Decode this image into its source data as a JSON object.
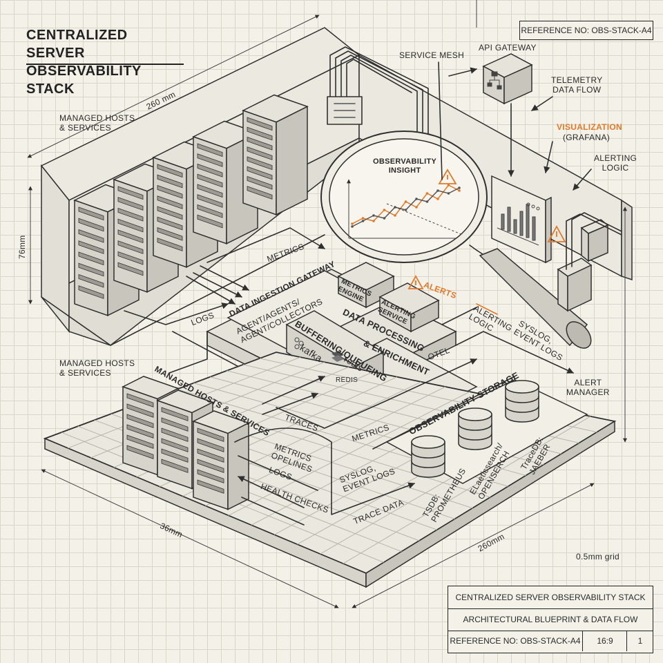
{
  "title": {
    "line1": "CENTRALIZED SERVER",
    "line2": "OBSERVABILITY STACK"
  },
  "reference_top": "REFERENCE NO: OBS-STACK-A4",
  "dimensions": {
    "top_wall": "260 mm",
    "left_wall": "76mm",
    "floor_left": "36mm",
    "floor_right": "260mm",
    "grid_note": "0.5mm grid"
  },
  "labels": {
    "managed_hosts_top": [
      "MANAGED HOSTS",
      "& SERVICES"
    ],
    "managed_hosts_left": [
      "MANAGED HOSTS",
      "& SERVICES"
    ],
    "managed_hosts_floor": "MANAGED HOSTS & SERVICES",
    "service_mesh": "SERVICE MESH",
    "api_gateway": "API GATEWAY",
    "telemetry": [
      "TELEMETRY",
      "DATA FLOW"
    ],
    "visualization": "VISUALIZATION",
    "grafana": "(GRAFANA)",
    "alerting_logic_top": [
      "ALERTING",
      "LOGIC"
    ],
    "observability_insight": [
      "OBSERVABILITY",
      "INSIGHT"
    ],
    "metrics_arrow": "METRICS",
    "logs_arrow": "LOGS",
    "ingestion_gateway": "DATA INGESTION GATEWAY",
    "agents": [
      "AGENT/AGENTS/",
      "AGENT/COLLECTORS"
    ],
    "metrics_engine": [
      "METRICS",
      "ENGINE"
    ],
    "alerting_service": [
      "ALERTING",
      "SERVICE"
    ],
    "alerts": "ALERTS",
    "data_processing": "DATA PROCESSING",
    "enrichment": "& ENRICHMENT",
    "otel": "OTEL",
    "buffering": "BUFFERING/QUEUEING",
    "kafka": "kafka",
    "redis_logo": "redis",
    "redis_caption": "REDIS",
    "alerting_logic_mid": [
      "ALERTING",
      "LOGIC"
    ],
    "syslog_right": [
      "SYSLOG,",
      "EVENT LOGS"
    ],
    "alert_manager": [
      "ALERT",
      "MANAGER"
    ],
    "traces": "TRACES",
    "metrics_floor": "METRICS",
    "observability_storage": "OBSERVABILITY STORAGE",
    "metrics_pipelines": [
      "METRICS",
      "OPELINES"
    ],
    "logs_floor": "LOGS",
    "health_checks": "HEALTH CHECKS",
    "syslog_floor": [
      "SYSLOG,",
      "EVENT LOGS"
    ],
    "trace_data": "TRACE DATA",
    "tsdb": [
      "TSDB:",
      "PROMETHEUS"
    ],
    "elastic": [
      "ELaeticsearch/",
      "OPENSERCH"
    ],
    "tracedb": [
      "TraceDB:",
      "JAEBER"
    ]
  },
  "title_block": {
    "row1": "CENTRALIZED SERVER OBSERVABILITY STACK",
    "row2": "ARCHITECTURAL BLUEPRINT & DATA FLOW",
    "ref": "REFERENCE NO: OBS-STACK-A4",
    "ratio": "16:9",
    "sheet": "1"
  },
  "chart_data": {
    "type": "line",
    "series": [
      {
        "values": [
          2,
          3,
          2.5,
          4.5,
          3.5,
          6,
          5,
          7.5,
          6.5,
          9,
          8
        ]
      },
      {
        "values": [
          1.5,
          2.5,
          3.5,
          3,
          5,
          4.5,
          6.5,
          6,
          8,
          7.5,
          8.5
        ]
      }
    ],
    "x": [
      0,
      1,
      2,
      3,
      4,
      5,
      6,
      7,
      8,
      9,
      10
    ],
    "ylim": [
      0,
      10
    ]
  },
  "colors": {
    "ink": "#2f2f2f",
    "accent": "#e07a2a",
    "paper": "#f4f1e8",
    "grid": "#d9d5ca"
  },
  "icons": [
    "magnifier-icon",
    "warning-icon",
    "database-icon",
    "server-rack-icon",
    "network-icon",
    "kafka-icon",
    "redis-icon",
    "bar-chart-icon"
  ]
}
